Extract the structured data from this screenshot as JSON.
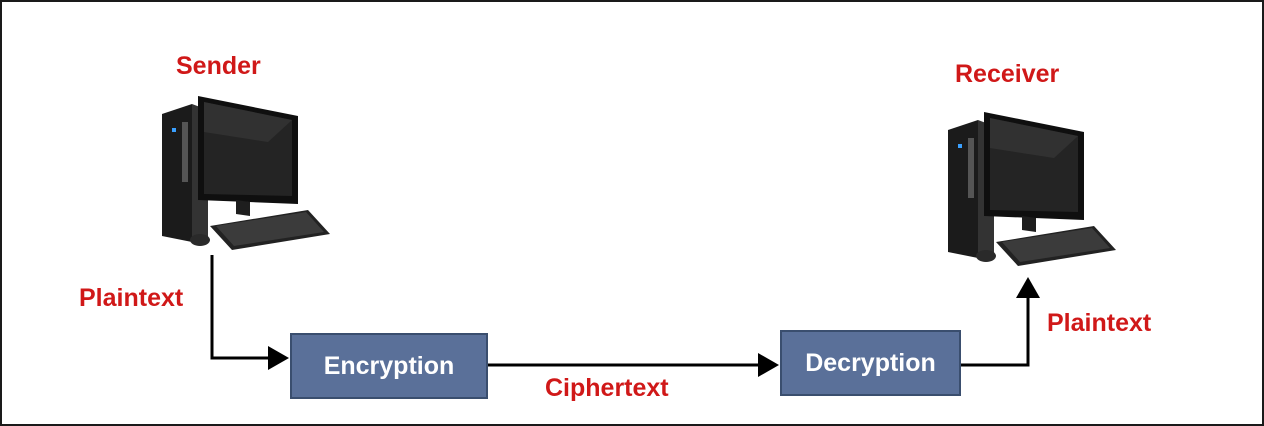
{
  "sender": {
    "label": "Sender"
  },
  "receiver": {
    "label": "Receiver"
  },
  "flow": {
    "plaintext_in": "Plaintext",
    "encryption": "Encryption",
    "ciphertext": "Ciphertext",
    "decryption": "Decryption",
    "plaintext_out": "Plaintext"
  },
  "colors": {
    "label_red": "#d01818",
    "box_fill": "#5a7099",
    "arrow": "#000000"
  },
  "icons": [
    "desktop-computer-icon",
    "arrow-icon"
  ]
}
